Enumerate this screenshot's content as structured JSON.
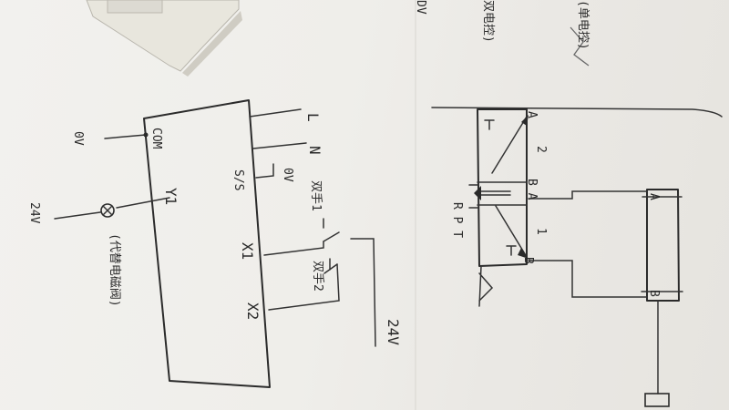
{
  "plc": {
    "power_l": "L",
    "power_n": "N",
    "com": "COM",
    "zero_v": "0V",
    "ss": "S/S",
    "ss_0v": "0V",
    "output_y1": "Y1",
    "input_x1": "X1",
    "input_x2": "X2",
    "supply_0v": "0V",
    "supply_24v": "24V",
    "input_24v": "24V",
    "switch1_note": "双手1",
    "switch2_note": "双手2",
    "load_note": "(代替电磁阀)"
  },
  "pneumatic": {
    "port_a": "A",
    "port_b": "B",
    "port_ba": "B A",
    "ports_rpt": "R P T",
    "port_t": "T",
    "label_2": "2",
    "label_1": "1",
    "cyl_a": "A",
    "cyl_b": "B"
  },
  "top_notes": {
    "note1": "(单电控)",
    "note2": "双电控)",
    "note3": "DV"
  }
}
